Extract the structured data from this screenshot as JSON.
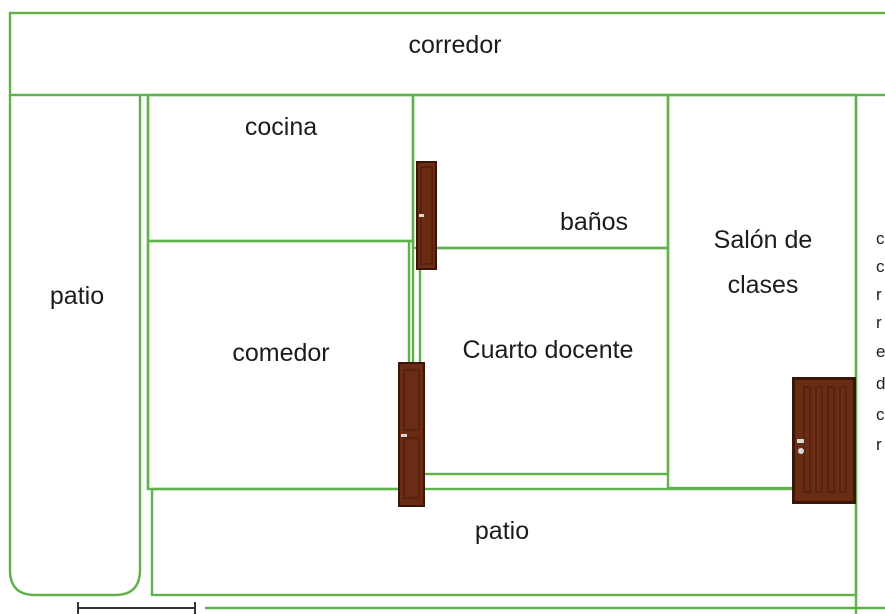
{
  "rooms": {
    "corridor": "corredor",
    "patio_left": "patio",
    "kitchen": "cocina",
    "bathrooms": "baños",
    "classroom_line1": "Salón de",
    "classroom_line2": "clases",
    "dining": "comedor",
    "teacher_room": "Cuarto docente",
    "patio_bottom": "patio"
  },
  "cut_off_text": [
    "c",
    "c",
    "r",
    "r",
    "e",
    "d",
    "c",
    "r"
  ],
  "icons": {
    "door": "door-icon"
  },
  "colors": {
    "walls": "#5fb24a",
    "door": "#6b2c14",
    "text": "#1c1c1c"
  }
}
